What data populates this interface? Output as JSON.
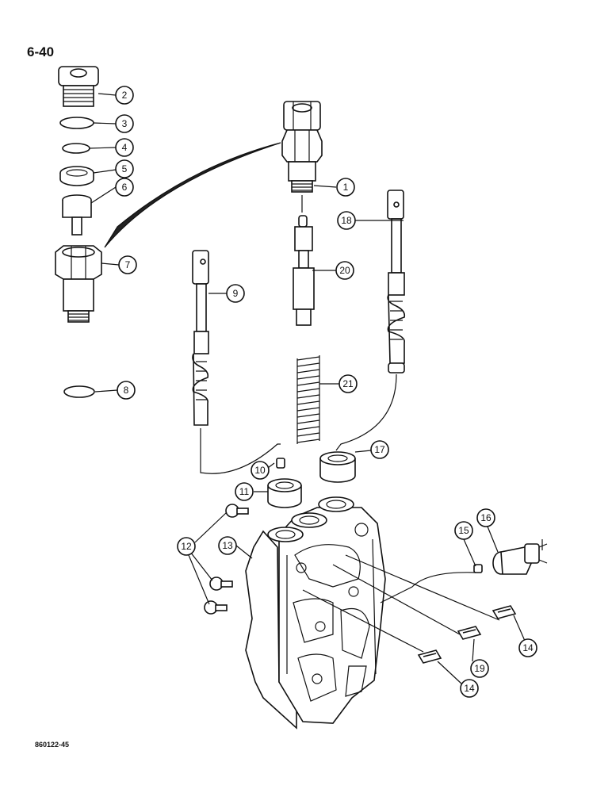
{
  "page": {
    "number": "6-40",
    "figure_code": "860122-45"
  },
  "callouts": [
    {
      "id": "c1",
      "label": "1"
    },
    {
      "id": "c2",
      "label": "2"
    },
    {
      "id": "c3",
      "label": "3"
    },
    {
      "id": "c4",
      "label": "4"
    },
    {
      "id": "c5",
      "label": "5"
    },
    {
      "id": "c6",
      "label": "6"
    },
    {
      "id": "c7",
      "label": "7"
    },
    {
      "id": "c8",
      "label": "8"
    },
    {
      "id": "c9",
      "label": "9"
    },
    {
      "id": "c10",
      "label": "10"
    },
    {
      "id": "c11",
      "label": "11"
    },
    {
      "id": "c12",
      "label": "12"
    },
    {
      "id": "c13",
      "label": "13"
    },
    {
      "id": "c14a",
      "label": "14"
    },
    {
      "id": "c14b",
      "label": "14"
    },
    {
      "id": "c15",
      "label": "15"
    },
    {
      "id": "c16",
      "label": "16"
    },
    {
      "id": "c17",
      "label": "17"
    },
    {
      "id": "c18",
      "label": "18"
    },
    {
      "id": "c19",
      "label": "19"
    },
    {
      "id": "c20",
      "label": "20"
    },
    {
      "id": "c21",
      "label": "21"
    }
  ]
}
